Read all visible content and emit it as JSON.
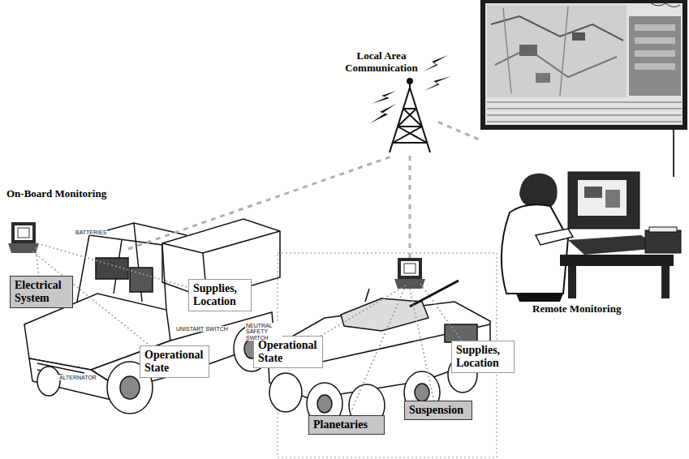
{
  "diagram": {
    "nodes": [
      {
        "text": [
          "On-Board Monitoring"
        ]
      },
      {
        "text": [
          "Local Area Communication"
        ]
      },
      {
        "text": [
          "Remote Monitoring"
        ]
      },
      {
        "text": [
          "Electrical System"
        ]
      },
      {
        "text": [
          "Supplies, Location"
        ]
      },
      {
        "text": [
          "Operational State"
        ]
      },
      {
        "text": [
          "Operational State"
        ]
      },
      {
        "text": [
          "Supplies, Location"
        ]
      },
      {
        "text": [
          "Planetaries"
        ]
      },
      {
        "text": [
          "Suspension"
        ]
      }
    ],
    "edges": [
      {
        "from": 0,
        "to": 1,
        "arrow": "none"
      },
      {
        "from": 1,
        "to": 2,
        "arrow": "none"
      }
    ],
    "labels": [
      "BATTERIES",
      "NEUTRAL SAFETY SWITCH",
      "UNISTART SWITCH",
      "ALTERNATOR"
    ]
  }
}
